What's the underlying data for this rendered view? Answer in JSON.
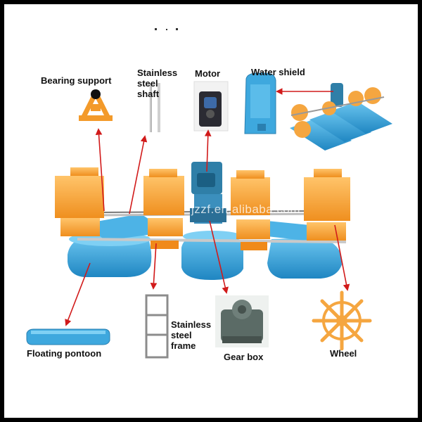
{
  "labels": {
    "bearing_support": "Bearing support",
    "stainless_steel_shaft": "Stainless\nsteel\nshaft",
    "motor": "Motor",
    "water_shield": "Water shield",
    "floating_pontoon": "Floating pontoon",
    "stainless_steel_frame": "Stainless\nsteel\nframe",
    "gear_box": "Gear box",
    "wheel": "Wheel"
  },
  "watermark": "jzzf.en.alibaba.com",
  "colors": {
    "pontoon_blue": "#3ea8de",
    "paddle_orange": "#f5a640",
    "arrow_red": "#d11a1a",
    "motor_body": "#2f7fa8"
  },
  "icons": [
    "bearing-support-icon",
    "steel-shaft-icon",
    "motor-icon",
    "water-shield-icon",
    "aerator-overview-icon",
    "pontoon-icon",
    "steel-frame-icon",
    "gearbox-icon",
    "wheel-icon"
  ]
}
